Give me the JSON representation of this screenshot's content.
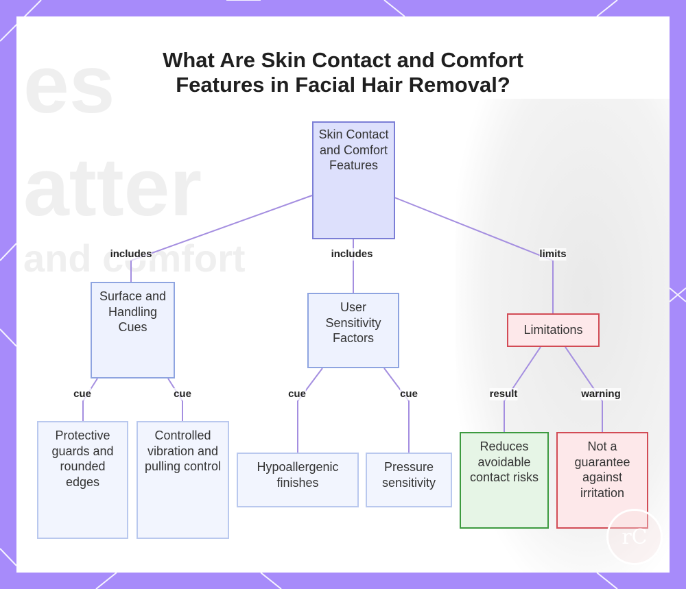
{
  "title_lines": [
    "What Are Skin Contact and Comfort",
    "Features in Facial Hair Removal?"
  ],
  "watermark": {
    "line1": "es",
    "line2": "atter",
    "line3": "and comfort"
  },
  "nodes": {
    "root": "Skin Contact and Comfort Features",
    "surface": "Surface and Handling Cues",
    "user": "User Sensitivity Factors",
    "limitations": "Limitations",
    "protective": "Protective guards and rounded edges",
    "controlled": "Controlled vibration and pulling control",
    "hypo": "Hypoallergenic finishes",
    "pressure": "Pressure sensitivity",
    "reduces": "Reduces avoidable contact risks",
    "notguarantee": "Not a guarantee against irritation"
  },
  "edge_labels": {
    "root_surface": "includes",
    "root_user": "includes",
    "root_limitations": "limits",
    "surface_protective": "cue",
    "surface_controlled": "cue",
    "user_hypo": "cue",
    "user_pressure": "cue",
    "limitations_reduces": "result",
    "limitations_notguarantee": "warning"
  },
  "logo_glyph": "rC",
  "colors": {
    "background": "#a78bfa",
    "edge": "#a48ee0",
    "root_fill": "#dde0fc",
    "red_border": "#d24b55",
    "green_border": "#3c9a3f"
  }
}
